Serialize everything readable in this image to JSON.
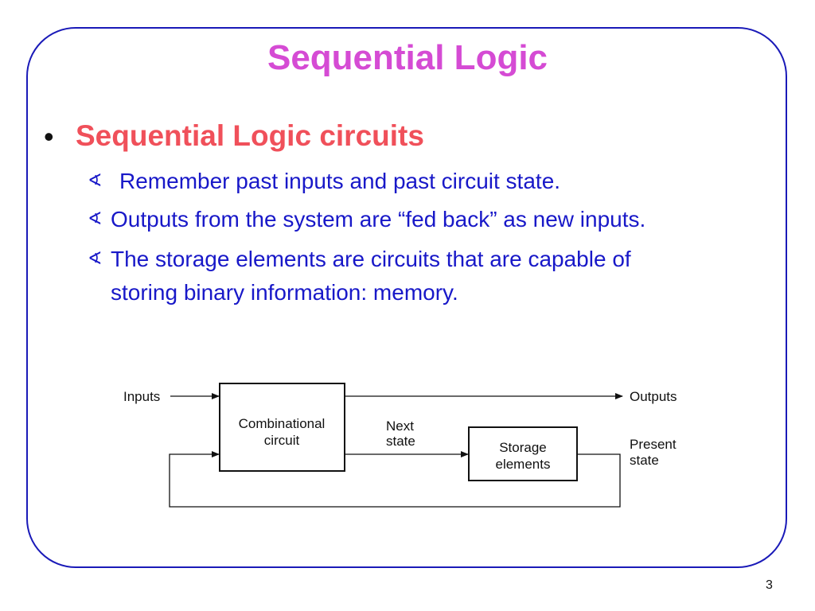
{
  "slide": {
    "title": "Sequential Logic",
    "bullet_symbol": "•",
    "bullet_main": "Sequential Logic circuits",
    "sub_marker": "∢",
    "sub_items": [
      "Remember past inputs and past circuit state.",
      "Outputs from the system are “fed back” as new inputs.",
      "The storage elements are circuits that are capable of",
      "storing binary information: memory."
    ],
    "page_number": "3",
    "colors": {
      "title": "#d54bd4",
      "bullet_main": "#f0505a",
      "sub_text": "#1818c8",
      "frame": "#1a1ab8"
    }
  },
  "diagram": {
    "inputs_label": "Inputs",
    "outputs_label": "Outputs",
    "comb_line1": "Combinational",
    "comb_line2": "circuit",
    "next_line1": "Next",
    "next_line2": "state",
    "storage_line1": "Storage",
    "storage_line2": "elements",
    "present_line1": "Present",
    "present_line2": "state"
  }
}
